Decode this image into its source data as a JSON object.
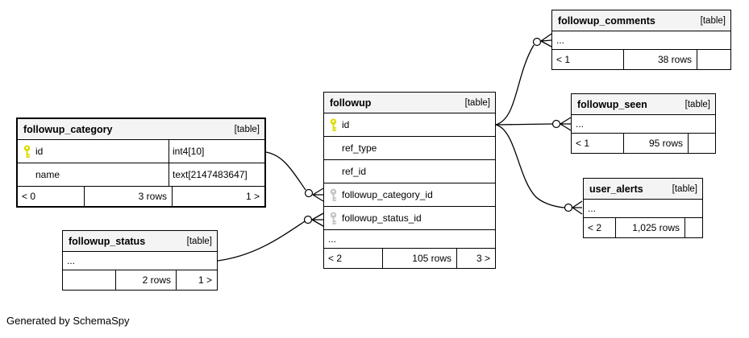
{
  "page": {
    "generated_by": "Generated by SchemaSpy"
  },
  "labels": {
    "ellipsis": "..."
  },
  "colors": {
    "header_bg": "#f4f4f4",
    "border": "#000000",
    "primary_key": "#dcdc00",
    "foreign_key": "#c3c3c3"
  },
  "tables": [
    {
      "id": "followup_category",
      "name": "followup_category",
      "kind": "[table]",
      "main": true,
      "show_types": true,
      "columns": [
        {
          "name": "id",
          "type": "int4[10]",
          "key": "primary"
        },
        {
          "name": "name",
          "type": "text[2147483647]",
          "key": ""
        }
      ],
      "ellipsis": false,
      "footer": {
        "left": "< 0",
        "center": "3 rows",
        "right": "1 >"
      }
    },
    {
      "id": "followup",
      "name": "followup",
      "kind": "[table]",
      "main": false,
      "show_types": false,
      "columns": [
        {
          "name": "id",
          "type": "",
          "key": "primary"
        },
        {
          "name": "ref_type",
          "type": "",
          "key": ""
        },
        {
          "name": "ref_id",
          "type": "",
          "key": ""
        },
        {
          "name": "followup_category_id",
          "type": "",
          "key": "foreign"
        },
        {
          "name": "followup_status_id",
          "type": "",
          "key": "foreign"
        }
      ],
      "ellipsis": true,
      "footer": {
        "left": "< 2",
        "center": "105 rows",
        "right": "3 >"
      }
    },
    {
      "id": "followup_comments",
      "name": "followup_comments",
      "kind": "[table]",
      "main": false,
      "show_types": false,
      "columns": [],
      "ellipsis": true,
      "footer": {
        "left": "< 1",
        "center": "38 rows",
        "right": ""
      }
    },
    {
      "id": "followup_seen",
      "name": "followup_seen",
      "kind": "[table]",
      "main": false,
      "show_types": false,
      "columns": [],
      "ellipsis": true,
      "footer": {
        "left": "< 1",
        "center": "95 rows",
        "right": ""
      }
    },
    {
      "id": "user_alerts",
      "name": "user_alerts",
      "kind": "[table]",
      "main": false,
      "show_types": false,
      "columns": [],
      "ellipsis": true,
      "footer": {
        "left": "< 2",
        "center": "1,025 rows",
        "right": ""
      }
    },
    {
      "id": "followup_status",
      "name": "followup_status",
      "kind": "[table]",
      "main": false,
      "show_types": false,
      "columns": [],
      "ellipsis": true,
      "footer": {
        "left": "",
        "center": "2 rows",
        "right": "1 >"
      }
    }
  ],
  "relationships": [
    {
      "from": "followup_category.id",
      "to": "followup.followup_category_id"
    },
    {
      "from": "followup_status.id",
      "to": "followup.followup_status_id"
    },
    {
      "from": "followup.id",
      "to": "followup_comments"
    },
    {
      "from": "followup.id",
      "to": "followup_seen"
    },
    {
      "from": "followup.id",
      "to": "user_alerts"
    }
  ]
}
